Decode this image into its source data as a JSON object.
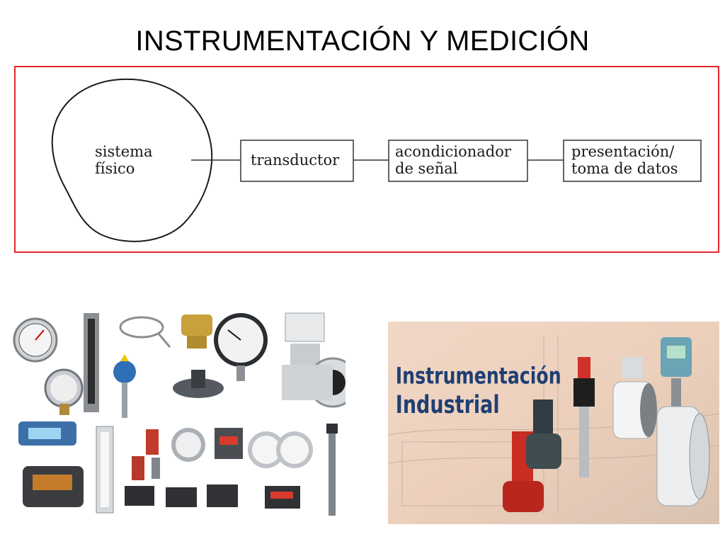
{
  "slide": {
    "title": "INSTRUMENTACIÓN Y MEDICIÓN"
  },
  "diagram": {
    "system": {
      "line1": "sistema",
      "line2": "físico"
    },
    "blocks": [
      {
        "line1": "transductor",
        "line2": ""
      },
      {
        "line1": "acondicionador",
        "line2": "de señal"
      },
      {
        "line1": "presentación/",
        "line2": "toma de datos"
      }
    ],
    "frame_color": "#e2262b"
  },
  "photos": {
    "right_banner": {
      "line1": "Instrumentación",
      "line2": "Industrial"
    }
  }
}
